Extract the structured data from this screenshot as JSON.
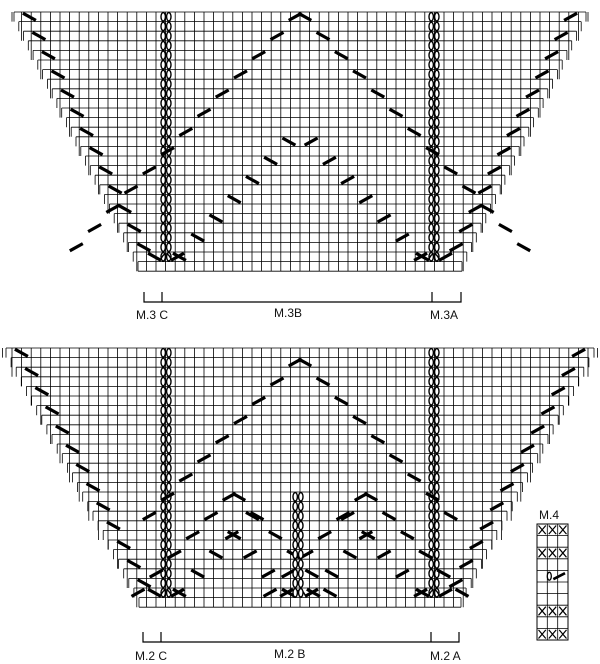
{
  "diagrams": {
    "m3": {
      "labels": {
        "c": "M.3 C",
        "b": "M.3B",
        "a": "M.3A"
      }
    },
    "m2": {
      "labels": {
        "c": "M.2 C",
        "b": "M.2 B",
        "a": "M.2 A"
      }
    },
    "m4": {
      "label": "M.4",
      "rows": [
        "xx",
        "",
        "xx",
        "",
        "yo",
        "",
        "",
        "xx",
        "",
        "xx"
      ]
    }
  },
  "colors": {
    "grid": "#000000",
    "background": "#ffffff"
  },
  "icon_names": [
    "dec-left-icon",
    "dec-right-icon",
    "yarn-over-icon",
    "knit-tog-icon"
  ]
}
